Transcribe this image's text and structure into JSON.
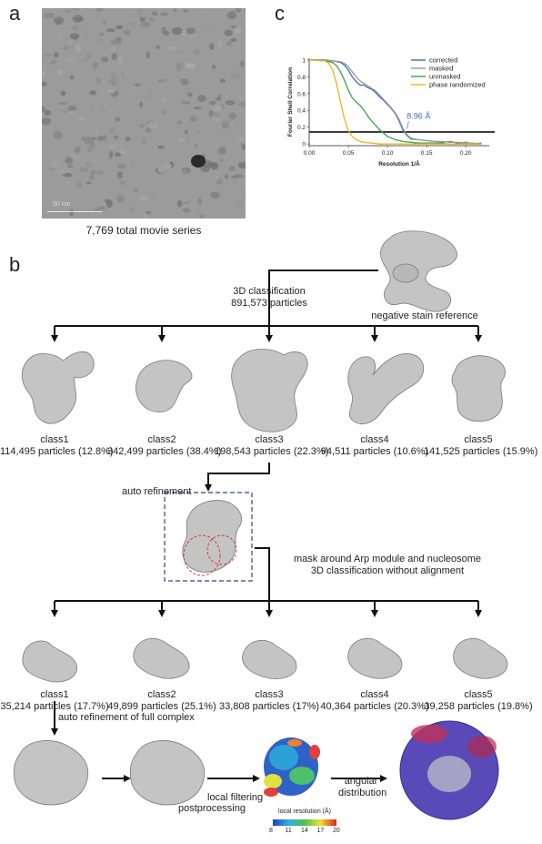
{
  "panels": {
    "a": "a",
    "b": "b",
    "c": "c"
  },
  "panel_a": {
    "scale_bar_label": "50 nm",
    "caption": "7,769 total movie series"
  },
  "chart_data": {
    "type": "line",
    "title": "",
    "xlabel": "Resolution 1/Å",
    "ylabel": "Fourier Shell Correlation",
    "xlim": [
      0,
      0.23
    ],
    "ylim": [
      -0.02,
      1.02
    ],
    "xticks": [
      "0.00",
      "0.05",
      "0.10",
      "0.15",
      "0.20"
    ],
    "yticks": [
      "0",
      "0.2",
      "0.4",
      "0.6",
      "0.8",
      "1"
    ],
    "threshold": 0.143,
    "annotation": "8.96 Å",
    "legend_position": "top-right",
    "series": [
      {
        "name": "corrected",
        "color": "#3a6fb8",
        "x": [
          0,
          0.02,
          0.03,
          0.04,
          0.045,
          0.05,
          0.055,
          0.06,
          0.065,
          0.07,
          0.075,
          0.08,
          0.085,
          0.09,
          0.095,
          0.1,
          0.105,
          0.11,
          0.115,
          0.12,
          0.125,
          0.13,
          0.14,
          0.15,
          0.16,
          0.17,
          0.18,
          0.19,
          0.2,
          0.21,
          0.22
        ],
        "y": [
          1,
          1,
          0.99,
          0.97,
          0.94,
          0.88,
          0.8,
          0.74,
          0.7,
          0.7,
          0.67,
          0.65,
          0.61,
          0.56,
          0.52,
          0.47,
          0.42,
          0.36,
          0.27,
          0.16,
          0.1,
          0.06,
          0.05,
          0.04,
          0.03,
          0.02,
          0.03,
          0.01,
          0.02,
          0.0,
          0.01
        ]
      },
      {
        "name": "masked",
        "color": "#9a9a9a",
        "x": [
          0,
          0.02,
          0.03,
          0.04,
          0.045,
          0.05,
          0.055,
          0.06,
          0.065,
          0.07,
          0.075,
          0.08,
          0.085,
          0.09,
          0.095,
          0.1,
          0.105,
          0.11,
          0.115,
          0.12,
          0.125,
          0.13,
          0.14,
          0.15,
          0.16,
          0.17,
          0.18,
          0.19,
          0.2,
          0.21,
          0.22
        ],
        "y": [
          1,
          1,
          0.99,
          0.98,
          0.96,
          0.92,
          0.86,
          0.8,
          0.75,
          0.72,
          0.69,
          0.66,
          0.63,
          0.58,
          0.53,
          0.48,
          0.43,
          0.37,
          0.29,
          0.18,
          0.11,
          0.07,
          0.05,
          0.04,
          0.03,
          0.03,
          0.02,
          0.02,
          0.01,
          0.01,
          0.0
        ]
      },
      {
        "name": "unmasked",
        "color": "#3aa345",
        "x": [
          0,
          0.02,
          0.03,
          0.035,
          0.04,
          0.045,
          0.05,
          0.055,
          0.06,
          0.065,
          0.07,
          0.075,
          0.08,
          0.085,
          0.09,
          0.095,
          0.1,
          0.11,
          0.12,
          0.13,
          0.14,
          0.16,
          0.18,
          0.2,
          0.22
        ],
        "y": [
          1,
          0.99,
          0.97,
          0.93,
          0.86,
          0.76,
          0.64,
          0.55,
          0.5,
          0.46,
          0.4,
          0.33,
          0.27,
          0.22,
          0.17,
          0.13,
          0.09,
          0.05,
          0.03,
          0.02,
          0.01,
          0.01,
          0.0,
          0.0,
          0.0
        ]
      },
      {
        "name": "phase randomized",
        "color": "#f2b21b",
        "x": [
          0,
          0.02,
          0.025,
          0.03,
          0.035,
          0.04,
          0.045,
          0.05,
          0.055,
          0.06,
          0.065,
          0.07,
          0.08,
          0.09,
          0.1,
          0.12,
          0.14,
          0.16,
          0.18,
          0.2,
          0.22
        ],
        "y": [
          1,
          0.99,
          0.96,
          0.88,
          0.72,
          0.5,
          0.3,
          0.16,
          0.09,
          0.05,
          0.03,
          0.02,
          0.01,
          0.0,
          0.0,
          0.0,
          0.0,
          0.0,
          0.0,
          0.0,
          0.0
        ]
      }
    ]
  },
  "panel_b": {
    "step1": {
      "line1": "3D classification",
      "line2": "891,573 particles"
    },
    "reference_label": "negative stain reference",
    "round1": [
      {
        "name": "class1",
        "particles": "114,495 particles (12.8%)"
      },
      {
        "name": "class2",
        "particles": "342,499 particles (38.4%)"
      },
      {
        "name": "class3",
        "particles": "198,543 particles (22.3%)"
      },
      {
        "name": "class4",
        "particles": "94,511 particles (10.6%)"
      },
      {
        "name": "class5",
        "particles": "141,525 particles (15.9%)"
      }
    ],
    "auto_refinement": "auto refinement",
    "mask_step": {
      "line1": "mask around Arp module and nucleosome",
      "line2": "3D classification without alignment"
    },
    "round2": [
      {
        "name": "class1",
        "particles": "35,214 particles (17.7%)"
      },
      {
        "name": "class2",
        "particles": "49,899 particles (25.1%)"
      },
      {
        "name": "class3",
        "particles": "33,808 particles (17%)"
      },
      {
        "name": "class4",
        "particles": "40,364 particles (20.3%)"
      },
      {
        "name": "class5",
        "particles": "39,258 particles (19.8%)"
      }
    ],
    "full_refine": "auto refinement of full complex",
    "postprocessing": "postprocessing",
    "local_filtering": "local filtering",
    "angular": {
      "line1": "angular",
      "line2": "distribution"
    },
    "colorbar": {
      "title": "local resolution (Å)",
      "ticks": [
        "8",
        "11",
        "14",
        "17",
        "20"
      ]
    }
  }
}
